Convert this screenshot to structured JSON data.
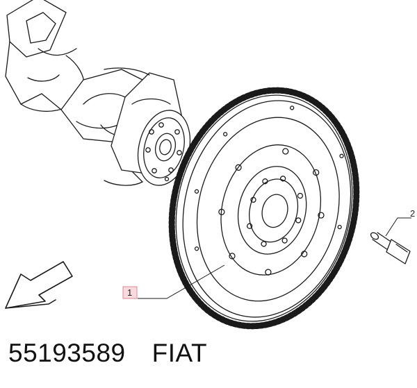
{
  "callouts": [
    {
      "label": "1"
    },
    {
      "label": "2"
    }
  ],
  "caption": {
    "part_number": "55193589",
    "brand": "FIAT"
  },
  "colors": {
    "line": "#1a1a1a",
    "callout_box_fill": "#f7d9de",
    "callout_box_stroke": "#d98a98"
  }
}
